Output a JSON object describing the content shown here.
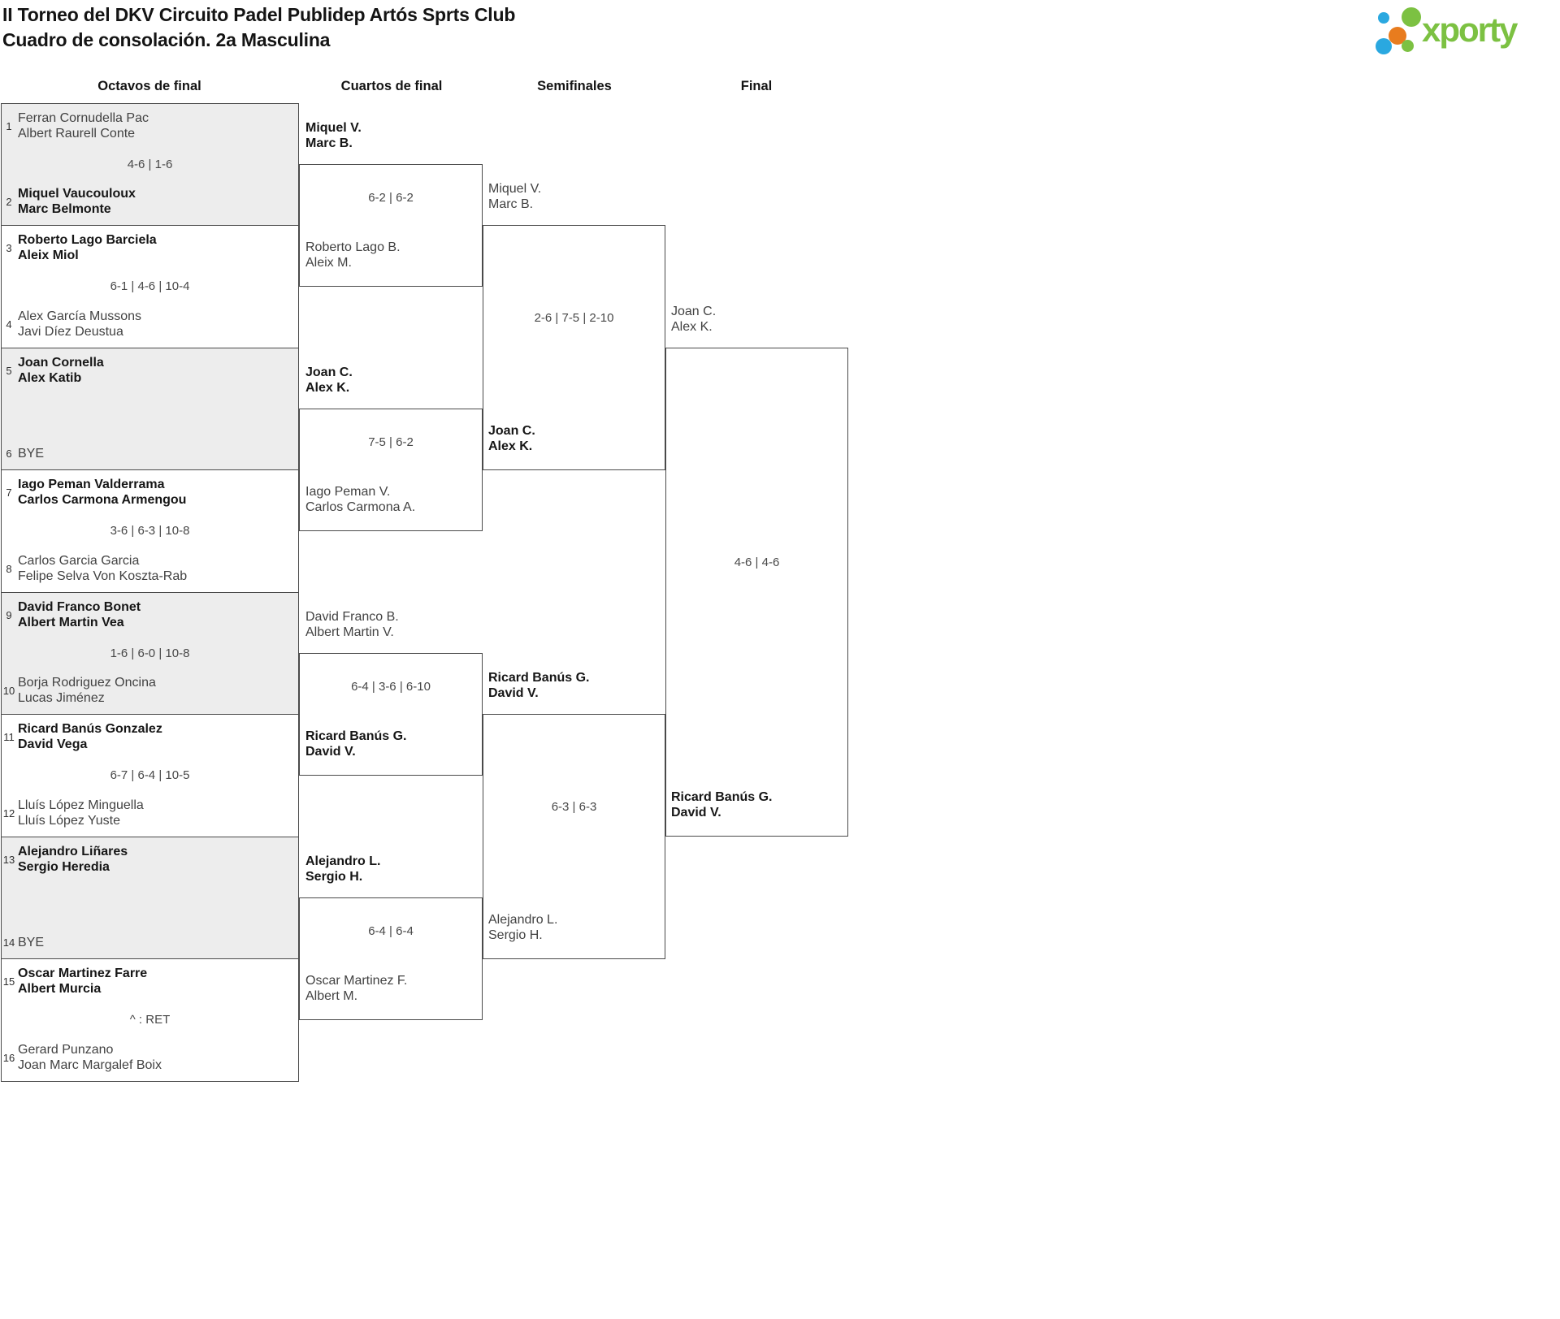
{
  "title": {
    "line1": "II Torneo del DKV Circuito Padel Publidep Artós Sprts Club",
    "line2": "Cuadro de consolación. 2a Masculina"
  },
  "logo": {
    "text": "xporty",
    "colors": {
      "green": "#7cc142",
      "blue": "#2aa8e0",
      "orange": "#e87c1e"
    }
  },
  "round_headers": [
    "Octavos de final",
    "Cuartos de final",
    "Semifinales",
    "Final"
  ],
  "styles": {
    "shaded_match_bg": "#ededed",
    "line_color": "#4a4a4a",
    "winner_style": "bold"
  },
  "octavos": {
    "matches": [
      {
        "seed_a": "1",
        "team_a_1": "Ferran Cornudella Pac",
        "team_a_2": "Albert Raurell Conte",
        "bold_a": false,
        "score": "4-6 | 1-6",
        "seed_b": "2",
        "team_b_1": "Miquel Vaucouloux",
        "team_b_2": "Marc Belmonte",
        "bold_b": true,
        "shaded": true
      },
      {
        "seed_a": "3",
        "team_a_1": "Roberto Lago Barciela",
        "team_a_2": "Aleix Miol",
        "bold_a": true,
        "score": "6-1 | 4-6 | 10-4",
        "seed_b": "4",
        "team_b_1": "Alex García Mussons",
        "team_b_2": "Javi Díez Deustua",
        "bold_b": false,
        "shaded": false
      },
      {
        "seed_a": "5",
        "team_a_1": "Joan Cornella",
        "team_a_2": "Alex Katib",
        "bold_a": true,
        "score": "",
        "seed_b": "6",
        "team_b_1": "BYE",
        "team_b_2": "",
        "bold_b": false,
        "shaded": true
      },
      {
        "seed_a": "7",
        "team_a_1": "Iago Peman Valderrama",
        "team_a_2": "Carlos Carmona Armengou",
        "bold_a": true,
        "score": "3-6 | 6-3 | 10-8",
        "seed_b": "8",
        "team_b_1": "Carlos Garcia Garcia",
        "team_b_2": "Felipe Selva Von Koszta-Rab",
        "bold_b": false,
        "shaded": false
      },
      {
        "seed_a": "9",
        "team_a_1": "David Franco Bonet",
        "team_a_2": "Albert Martin Vea",
        "bold_a": true,
        "score": "1-6 | 6-0 | 10-8",
        "seed_b": "10",
        "team_b_1": "Borja Rodriguez Oncina",
        "team_b_2": "Lucas Jiménez",
        "bold_b": false,
        "shaded": true
      },
      {
        "seed_a": "11",
        "team_a_1": "Ricard Banús Gonzalez",
        "team_a_2": "David Vega",
        "bold_a": true,
        "score": "6-7 | 6-4 | 10-5",
        "seed_b": "12",
        "team_b_1": "Lluís López Minguella",
        "team_b_2": "Lluís López Yuste",
        "bold_b": false,
        "shaded": false
      },
      {
        "seed_a": "13",
        "team_a_1": "Alejandro Liñares",
        "team_a_2": "Sergio Heredia",
        "bold_a": true,
        "score": "",
        "seed_b": "14",
        "team_b_1": "BYE",
        "team_b_2": "",
        "bold_b": false,
        "shaded": true
      },
      {
        "seed_a": "15",
        "team_a_1": "Oscar Martinez Farre",
        "team_a_2": "Albert Murcia",
        "bold_a": true,
        "score": "^ : RET",
        "seed_b": "16",
        "team_b_1": "Gerard Punzano",
        "team_b_2": "Joan Marc Margalef Boix",
        "bold_b": false,
        "shaded": false
      }
    ]
  },
  "cuartos": [
    {
      "top_1": "Miquel V.",
      "top_2": "Marc B.",
      "bold_top": true,
      "score": "6-2 | 6-2",
      "bottom_1": "Roberto Lago B.",
      "bottom_2": "Aleix M.",
      "bold_bottom": false
    },
    {
      "top_1": "Joan C.",
      "top_2": "Alex K.",
      "bold_top": true,
      "score": "7-5 | 6-2",
      "bottom_1": "Iago Peman V.",
      "bottom_2": "Carlos Carmona A.",
      "bold_bottom": false
    },
    {
      "top_1": "David Franco B.",
      "top_2": "Albert Martin V.",
      "bold_top": false,
      "score": "6-4 | 3-6 | 6-10",
      "bottom_1": "Ricard Banús G.",
      "bottom_2": "David V.",
      "bold_bottom": true
    },
    {
      "top_1": "Alejandro L.",
      "top_2": "Sergio H.",
      "bold_top": true,
      "score": "6-4 | 6-4",
      "bottom_1": "Oscar Martinez F.",
      "bottom_2": "Albert M.",
      "bold_bottom": false
    }
  ],
  "semifinales": [
    {
      "top_1": "Miquel V.",
      "top_2": "Marc B.",
      "bold_top": false,
      "score": "2-6 | 7-5 | 2-10",
      "bottom_1": "Joan C.",
      "bottom_2": "Alex K.",
      "bold_bottom": true
    },
    {
      "top_1": "Ricard Banús G.",
      "top_2": "David V.",
      "bold_top": true,
      "score": "6-3 | 6-3",
      "bottom_1": "Alejandro L.",
      "bottom_2": "Sergio H.",
      "bold_bottom": false
    }
  ],
  "final_match": {
    "top_1": "Joan C.",
    "top_2": "Alex K.",
    "bold_top": false,
    "score": "4-6 | 4-6",
    "winner_1": "Ricard Banús G.",
    "winner_2": "David V.",
    "bold_winner": true
  }
}
